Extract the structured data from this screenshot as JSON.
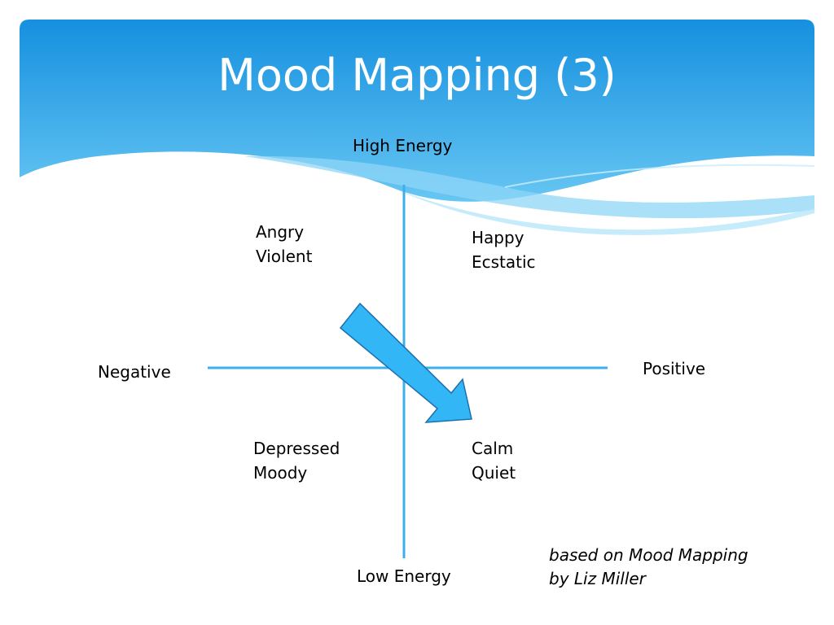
{
  "slide": {
    "title": "Mood Mapping (3)"
  },
  "axes": {
    "top": "High Energy",
    "bottom": "Low Energy",
    "left": "Negative",
    "right": "Positive"
  },
  "quadrants": {
    "top_left": [
      "Angry",
      "Violent"
    ],
    "top_right": [
      "Happy",
      "Ecstatic"
    ],
    "bottom_left": [
      "Depressed",
      "Moody"
    ],
    "bottom_right": [
      "Calm",
      "Quiet"
    ]
  },
  "attribution": [
    "based on Mood Mapping",
    "by Liz Miller"
  ],
  "colors": {
    "banner_top": "#1a90dc",
    "banner_bottom": "#6cc8f4",
    "axis_line": "#3ab0ec",
    "arrow_fill": "#33b6f6",
    "arrow_stroke": "#1d6fae"
  }
}
